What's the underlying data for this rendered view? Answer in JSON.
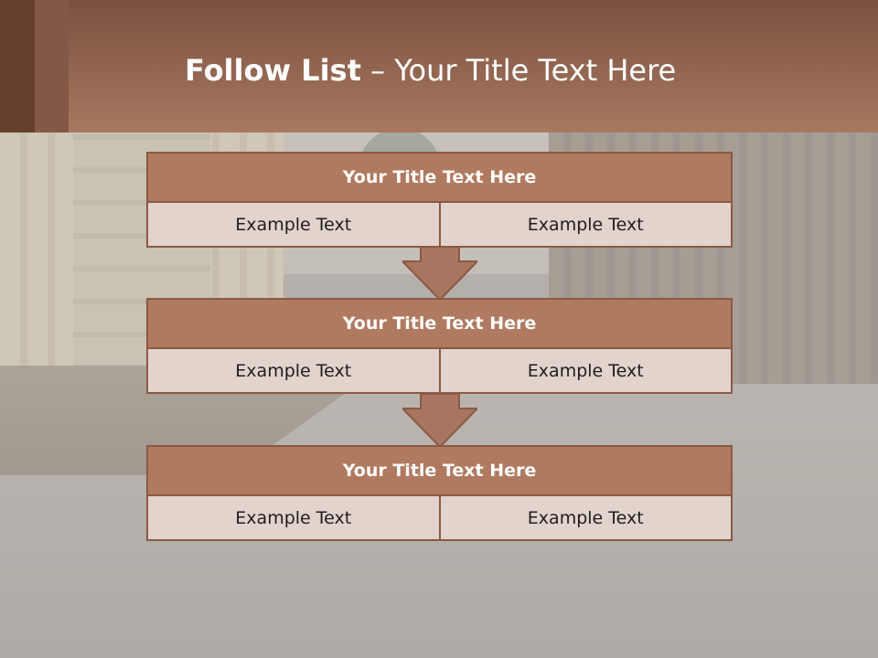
{
  "slide": {
    "title_bold": "Follow List",
    "title_rest": " – Your Title Text Here"
  },
  "blocks": [
    {
      "header": "Your Title Text Here",
      "cells": [
        "Example Text",
        "Example Text"
      ]
    },
    {
      "header": "Your Title Text Here",
      "cells": [
        "Example Text",
        "Example Text"
      ]
    },
    {
      "header": "Your Title Text Here",
      "cells": [
        "Example Text",
        "Example Text"
      ]
    }
  ],
  "colors": {
    "header_band": "#a87860",
    "block_header": "#b07a60",
    "block_cell": "#e3d3cd",
    "border": "#8a5a44"
  },
  "icons": [
    "down-arrow-icon",
    "down-arrow-icon"
  ]
}
